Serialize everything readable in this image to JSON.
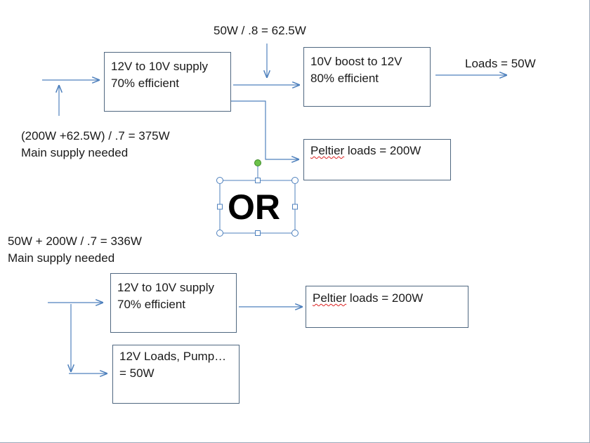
{
  "top": {
    "supply_box": {
      "line1": "12V to 10V supply",
      "line2": "70% efficient"
    },
    "boost_box": {
      "line1": "10V boost to 12V",
      "line2": "80% efficient"
    },
    "boost_calc": "50W / .8 = 62.5W",
    "loads_label": "Loads = 50W",
    "peltier_box": {
      "word": "Peltier",
      "rest": " loads = 200W"
    },
    "main_calc": {
      "line1": "(200W +62.5W) / .7 = 375W",
      "line2": "Main supply needed"
    }
  },
  "or_label": "OR",
  "bottom": {
    "main_calc": {
      "line1": "50W + 200W / .7 = 336W",
      "line2": "Main supply needed"
    },
    "supply_box": {
      "line1": "12V to 10V supply",
      "line2": "70% efficient"
    },
    "peltier_box": {
      "word": "Peltier",
      "rest": " loads = 200W"
    },
    "loads_box": {
      "line1": "12V Loads, Pump…",
      "line2": "= 50W"
    }
  },
  "colors": {
    "arrow": "#4f81bd",
    "box_border": "#4f6780",
    "handle": "#4f81bd",
    "rotate_handle": "#6cc24a",
    "spell_underline": "#dd2222"
  }
}
